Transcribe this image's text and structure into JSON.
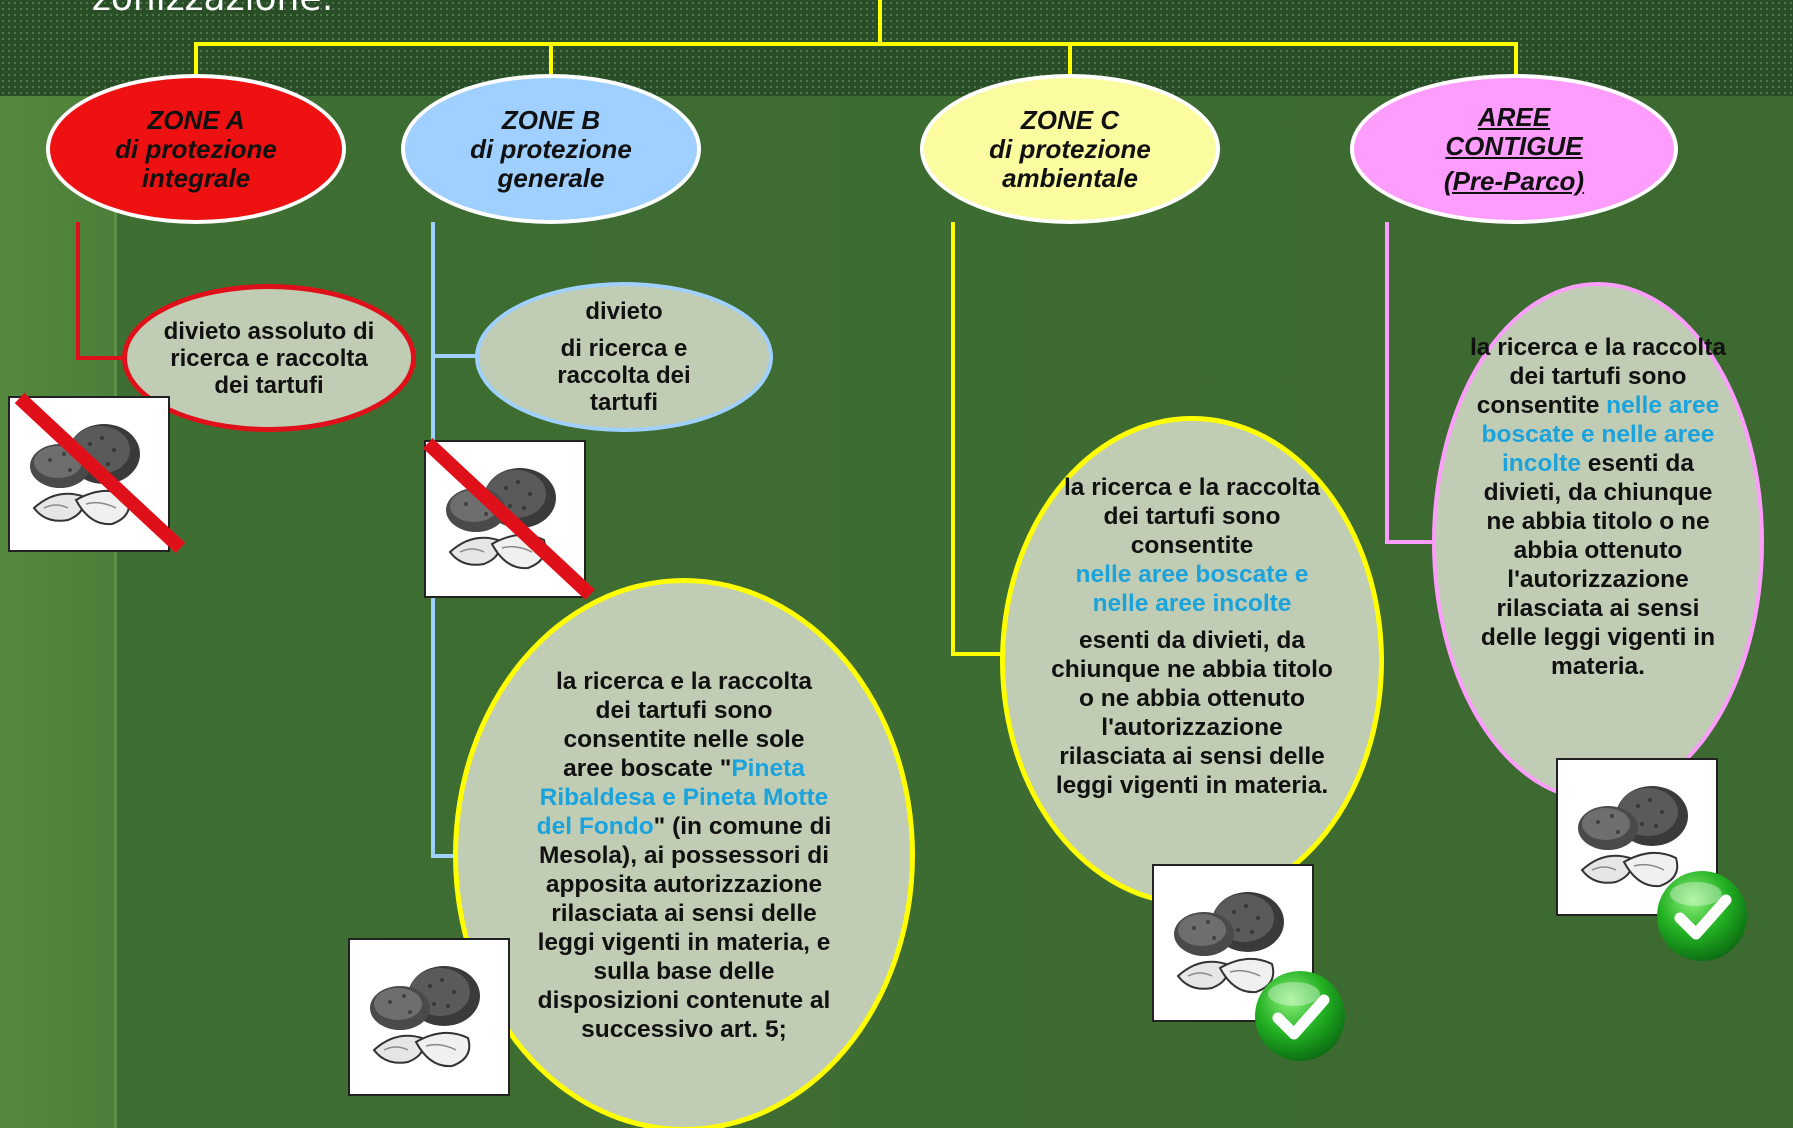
{
  "page": {
    "heading": "zonizzazione:"
  },
  "zones": [
    {
      "title": "ZONE A",
      "line1": "di protezione",
      "line2": "integrale",
      "fill": "#ee1111",
      "stroke": "#ffffff"
    },
    {
      "title": "ZONE B",
      "line1": "di protezione",
      "line2": "generale",
      "fill": "#9fd0ff",
      "stroke": "#ffffff"
    },
    {
      "title": "ZONE C",
      "line1": "di protezione",
      "line2": "ambientale",
      "fill": "#fbfba0",
      "stroke": "#ffffff"
    },
    {
      "title": "AREE",
      "line1": "CONTIGUE",
      "line2": "(Pre-Parco)",
      "fill": "#ff9dff",
      "stroke": "#ffffff"
    }
  ],
  "notes": {
    "a": "divieto assoluto di ricerca e raccolta dei tartufi",
    "b_title": "divieto",
    "b_body": "di ricerca e raccolta dei tartufi",
    "b2_part1": "la ricerca e la raccolta dei tartufi sono consentite nelle sole aree boscate \"",
    "b2_blue": "Pineta Ribaldesa e Pineta Motte del Fondo",
    "b2_part2": "\" (in comune di Mesola), ai possessori di apposita autorizzazione rilasciata ai sensi delle leggi vigenti in materia, e sulla base delle disposizioni contenute al successivo art. 5;",
    "c_part1": "la ricerca e la raccolta dei tartufi sono consentite",
    "c_blue": "nelle aree boscate e nelle aree incolte",
    "c_part2": "esenti da divieti, da chiunque ne abbia titolo o ne abbia ottenuto l'autorizzazione rilasciata ai sensi delle leggi vigenti in materia.",
    "d_part1": "la ricerca e la raccolta dei tartufi sono consentite",
    "d_blue": "nelle aree boscate e nelle aree incolte",
    "d_part2": "esenti da divieti, da chiunque ne abbia titolo o ne abbia ottenuto l'autorizzazione rilasciata ai sensi delle leggi vigenti in materia."
  },
  "icons": {
    "truffle": "truffle-icon",
    "forbidden": "prohibited-slash-icon",
    "allowed": "green-check-icon"
  },
  "colors": {
    "connector": "#ffff00",
    "red": "#e0101a",
    "light_blue": "#9fd0ff",
    "pink": "#ff9dff",
    "note_fill": "#c0cdb4",
    "blue_text": "#1aa3dc",
    "check_green": "#1faa1f"
  }
}
